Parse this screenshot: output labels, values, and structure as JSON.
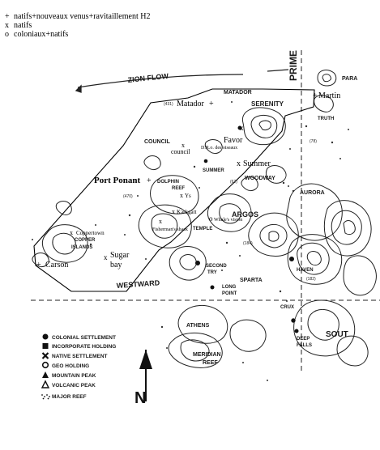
{
  "top_legend": [
    {
      "symbol": "+",
      "text": "natifs+nouveaux venus+ravitaillement H2"
    },
    {
      "symbol": "x",
      "text": "natifs"
    },
    {
      "symbol": "o",
      "text": "coloniaux+natifs"
    }
  ],
  "annotations": {
    "matador": "Matador",
    "martin": "Martin",
    "favor": "Favor",
    "council": "council",
    "des_oiseaux": "D.R.o. des oiseaux",
    "summer": "Summer",
    "port_ponant": "Port Ponant",
    "ys": "Ys",
    "karkgatt": "Karkgatt",
    "whales_vision": "Whale's vision",
    "fishermans_shack": "Fisherman's shack",
    "coppertown": "Coppertown",
    "sugar": "Sugar",
    "bay": "bay",
    "carson": "Carson"
  },
  "base_map_labels": {
    "zion_flow": "ZION FLOW",
    "prime": "PRIME",
    "matador": "MATADOR",
    "serenity": "SERENITY",
    "para": "PARA",
    "truth": "TRUTH",
    "council": "COUNCIL",
    "summer": "SUMMER",
    "woodway": "WOODWAY",
    "dolphin": "DOLPHIN",
    "reef": "REEF",
    "aurora": "AURORA",
    "argos": "ARGOS",
    "temple": "TEMPLE",
    "copper": "COPPER",
    "islands": "ISLANDS",
    "second": "SECOND",
    "try": "TRY",
    "haven": "HAVEN",
    "westward": "WESTWARD",
    "long": "LONG",
    "point": "POINT",
    "sparta": "SPARTA",
    "crux": "CRUX",
    "athens": "ATHENS",
    "south": "SOUT",
    "deep": "DEEP",
    "falls": "FALLS",
    "meridian": "MERIDIAN",
    "meridian_reef": "REEF",
    "n_431": "(431)",
    "n_78": "(78)",
    "n_62": "(62)",
    "n_470": "(470)",
    "n_184": "(184)",
    "n_182": "(182)",
    "compass": "N"
  },
  "map_legend": [
    {
      "icon": "colonial-settlement-icon",
      "text": "COLONIAL SETTLEMENT"
    },
    {
      "icon": "incorporate-holding-icon",
      "text": "INCORPORATE HOLDING"
    },
    {
      "icon": "native-settlement-icon",
      "text": "NATIVE SETTLEMENT"
    },
    {
      "icon": "geo-holding-icon",
      "text": "GEO HOLDING"
    },
    {
      "icon": "mountain-peak-icon",
      "text": "MOUNTAIN PEAK"
    },
    {
      "icon": "volcanic-peak-icon",
      "text": "VOLCANIC PEAK"
    },
    {
      "icon": "major-reef-icon",
      "text": "MAJOR REEF"
    }
  ]
}
